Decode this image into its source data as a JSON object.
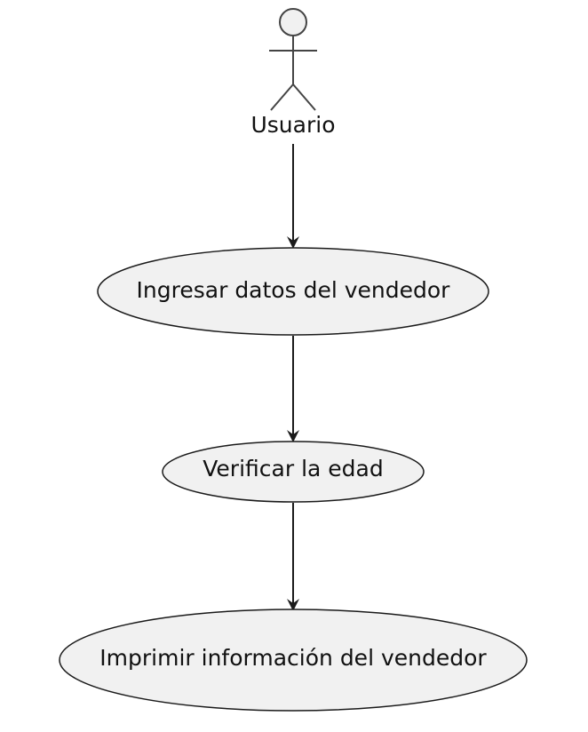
{
  "diagram": {
    "actor": {
      "label": "Usuario"
    },
    "use_cases": [
      {
        "label": "Ingresar datos del vendedor"
      },
      {
        "label": "Verificar la edad"
      },
      {
        "label": "Imprimir información del vendedor"
      }
    ],
    "edges": [
      {
        "from": "Usuario",
        "to": "Ingresar datos del vendedor"
      },
      {
        "from": "Ingresar datos del vendedor",
        "to": "Verificar la edad"
      },
      {
        "from": "Verificar la edad",
        "to": "Imprimir información del vendedor"
      }
    ],
    "colors": {
      "fill": "#f1f1f1",
      "stroke": "#1a1a1a",
      "actor_stroke": "#444444"
    }
  }
}
